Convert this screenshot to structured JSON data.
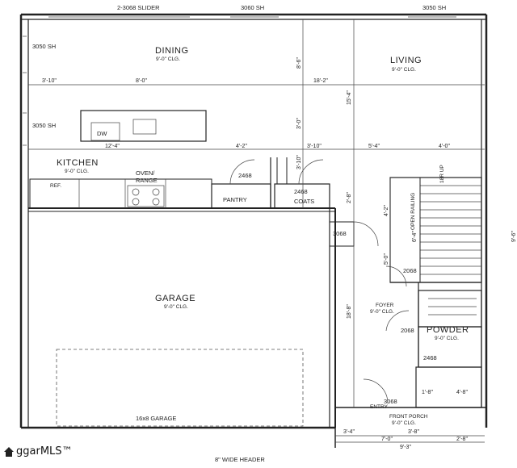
{
  "title": "",
  "top_labels": {
    "slider": "2-3068 SLIDER",
    "window_mid": "3060 SH",
    "window_right": "3050 SH"
  },
  "windows": {
    "dining_upper": "3050 SH",
    "dining_lower": "3050 SH"
  },
  "rooms": {
    "dining": {
      "name": "DINING",
      "clg": "9'-0\" CLG."
    },
    "living": {
      "name": "LIVING",
      "clg": "9'-0\" CLG."
    },
    "kitchen": {
      "name": "KITCHEN",
      "clg": "9'-0\" CLG."
    },
    "garage": {
      "name": "GARAGE",
      "clg": "9'-0\" CLG."
    },
    "powder": {
      "name": "POWDER",
      "clg": "9'-0\" CLG."
    },
    "foyer": {
      "name": "FOYER",
      "clg": "9'-0\" CLG."
    },
    "front_porch": {
      "name": "FRONT PORCH",
      "clg": "9'-0\" CLG."
    },
    "entry": {
      "name": "ENTRY"
    }
  },
  "fixtures": {
    "dw": "DW",
    "ref": "REF.",
    "oven": "OVEN/",
    "range": "RANGE",
    "pantry": "PANTRY",
    "coats": "COATS",
    "open_railing": "OPEN RAILING",
    "stair_up": "18R UP"
  },
  "doors": {
    "d2468_pantry": "2468",
    "d2468_coats": "2468",
    "d3068": "3068",
    "d2068_upper": "2068",
    "d2068_powder": "2068",
    "d2468_entry": "2468",
    "d3068_entry": "3068"
  },
  "dims": {
    "d3_10_top": "3'-10\"",
    "d8_0": "8'-0\"",
    "d18_2": "18'-2\"",
    "d12_4": "12'-4\"",
    "d4_2": "4'-2\"",
    "d3_10_mid": "3'-10\"",
    "d5_4": "5'-4\"",
    "d4_0": "4'-0\"",
    "d8_6": "8'-6\"",
    "d15_4": "15'-4\"",
    "d3_0": "3'-0\"",
    "d3_10_v": "3'-10\"",
    "d2_8": "2'-8\"",
    "d4_2_v": "4'-2\"",
    "d6_4": "6'-4\"",
    "d5_0": "5'-0\"",
    "d18_8": "18'-8\"",
    "d9_6": "9'-6\"",
    "d1_8": "1'-8\"",
    "d4_8": "4'-8\"",
    "d3_4": "3'-4\"",
    "d3_8": "3'-8\"",
    "d2_8_b": "2'-8\"",
    "d7_0": "7'-0\"",
    "d9_3": "9'-3\""
  },
  "garage_door": "16x8 GARAGE",
  "header": "8\" WIDE HEADER",
  "watermark": "ggarMLS™"
}
